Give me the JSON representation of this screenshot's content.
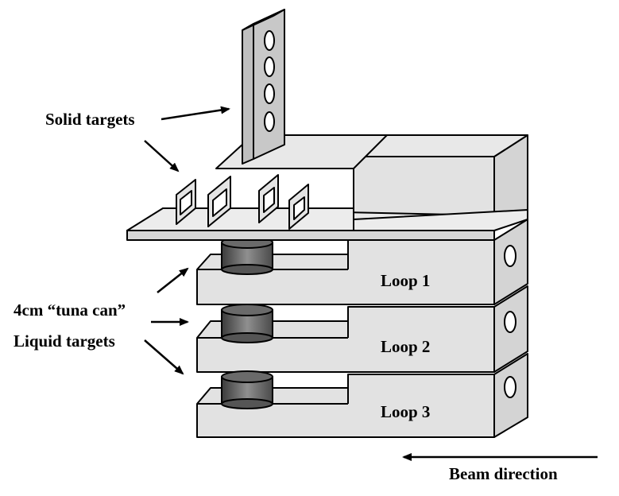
{
  "labels": {
    "solid_targets": "Solid targets",
    "tuna_can": "4cm “tuna can”",
    "liquid_targets": "Liquid targets",
    "loop1": "Loop 1",
    "loop2": "Loop 2",
    "loop3": "Loop 3",
    "beam_direction": "Beam direction"
  },
  "colors": {
    "fill": "#dcdcdc",
    "face": "#e6e6e6",
    "stroke": "#000000",
    "can_dark": "#3a3a3a",
    "can_mid": "#8a8a8a",
    "can_light": "#bdbdbd"
  }
}
